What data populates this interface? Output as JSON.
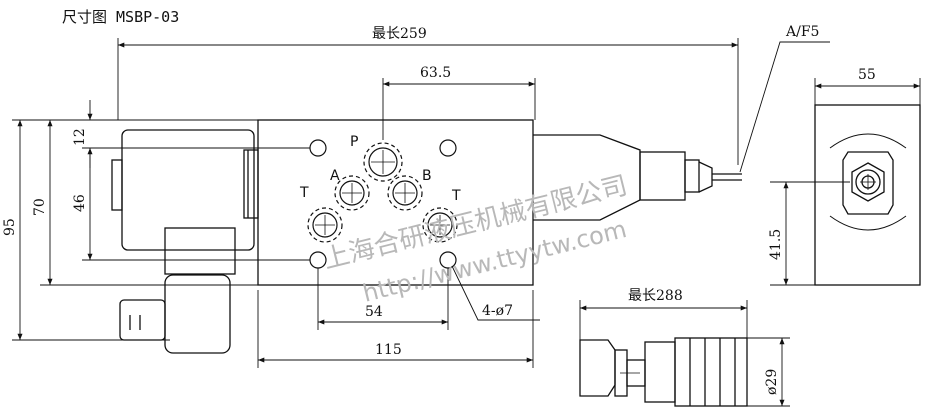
{
  "title": "尺寸图 MSBP-03",
  "dims": {
    "overall_length": "最长259",
    "pitch_63_5": "63.5",
    "af": "A/F5",
    "width_55": "55",
    "d12": "12",
    "d46": "46",
    "d70": "70",
    "d95": "95",
    "d41_5": "41.5",
    "d54": "54",
    "holes": "4-ø7",
    "d115": "115",
    "max_length_288": "最长288",
    "dia29": "ø29"
  },
  "ports": {
    "p": "P",
    "a": "A",
    "b": "B",
    "t_left": "T",
    "t_right": "T"
  },
  "watermark": {
    "company": "上海合研液压机械有限公司",
    "url": "http://www.ttyytw.com"
  }
}
